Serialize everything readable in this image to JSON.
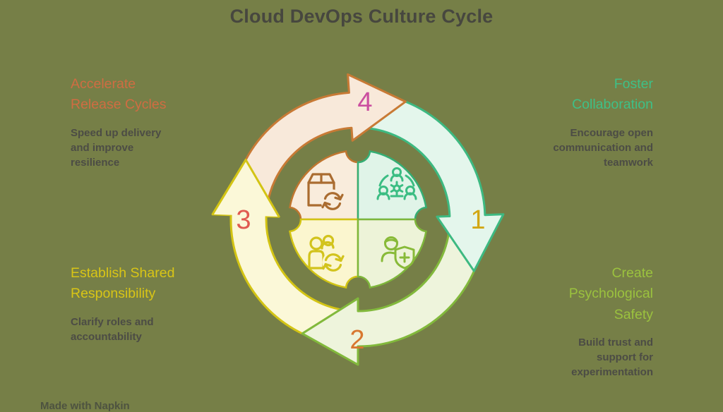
{
  "title": "Cloud DevOps Culture Cycle",
  "palette": {
    "background": "#767f47",
    "title_color": "#47473f",
    "body_text_color": "#4c4c45"
  },
  "items": [
    {
      "number": "1",
      "position": "top-right",
      "heading": "Foster Collaboration",
      "description": "Encourage open communication and teamwork",
      "heading_color": "#3ec087",
      "arrow_fill": "#e4f6ec",
      "arrow_stroke": "#3db981",
      "number_color": "#d2a714",
      "icon": "team-gear-icon"
    },
    {
      "number": "2",
      "position": "bottom-right",
      "heading": "Create Psychological Safety",
      "description": "Build trust and support for experimentation",
      "heading_color": "#9bc23e",
      "arrow_fill": "#eef4dc",
      "arrow_stroke": "#82b93c",
      "number_color": "#d8772f",
      "icon": "person-shield-plus-icon"
    },
    {
      "number": "3",
      "position": "bottom-left",
      "heading": "Establish Shared Responsibility",
      "description": "Clarify roles and accountability",
      "heading_color": "#d9c516",
      "arrow_fill": "#fbf8d8",
      "arrow_stroke": "#d3c414",
      "number_color": "#e05a50",
      "icon": "people-sync-icon"
    },
    {
      "number": "4",
      "position": "top-left",
      "heading": "Accelerate Release Cycles",
      "description": "Speed up delivery and improve resilience",
      "heading_color": "#d06c42",
      "arrow_fill": "#f8e9da",
      "arrow_stroke": "#c87a35",
      "number_color": "#cb4fa0",
      "icon": "package-sync-icon"
    }
  ],
  "watermark": {
    "label": "Made with Napkin"
  }
}
